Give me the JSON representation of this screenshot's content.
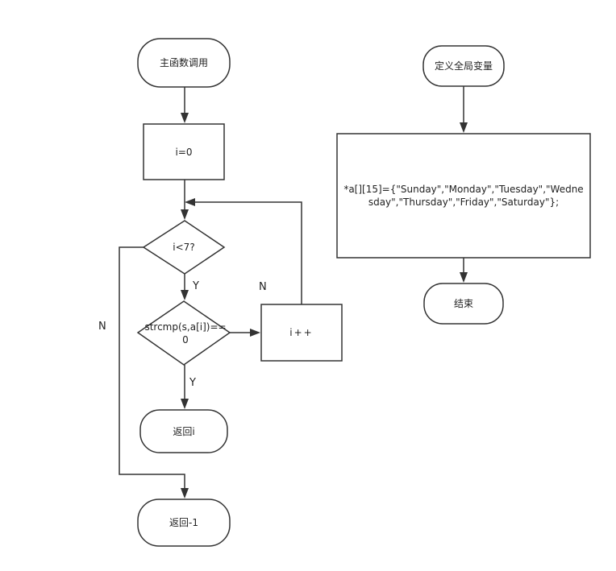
{
  "nodes": {
    "main_call": "主函数调用",
    "init_i": "i=0",
    "cond_i_lt_7": "i<7?",
    "cond_strcmp": "strcmp(s,a[i])==0",
    "return_i": "返回i",
    "return_neg1": "返回-1",
    "increment": "i++",
    "define_globals": "定义全局变量",
    "array_def": "*a[][15]={\"Sunday\",\"Monday\",\"Tuesday\",\"Wednesday\",\"Thursday\",\"Friday\",\"Saturday\"};",
    "end": "结束"
  },
  "edges": {
    "y_from_i_lt_7": "Y",
    "y_from_strcmp": "Y",
    "n_from_i_lt_7": "N",
    "n_from_strcmp": "N"
  }
}
